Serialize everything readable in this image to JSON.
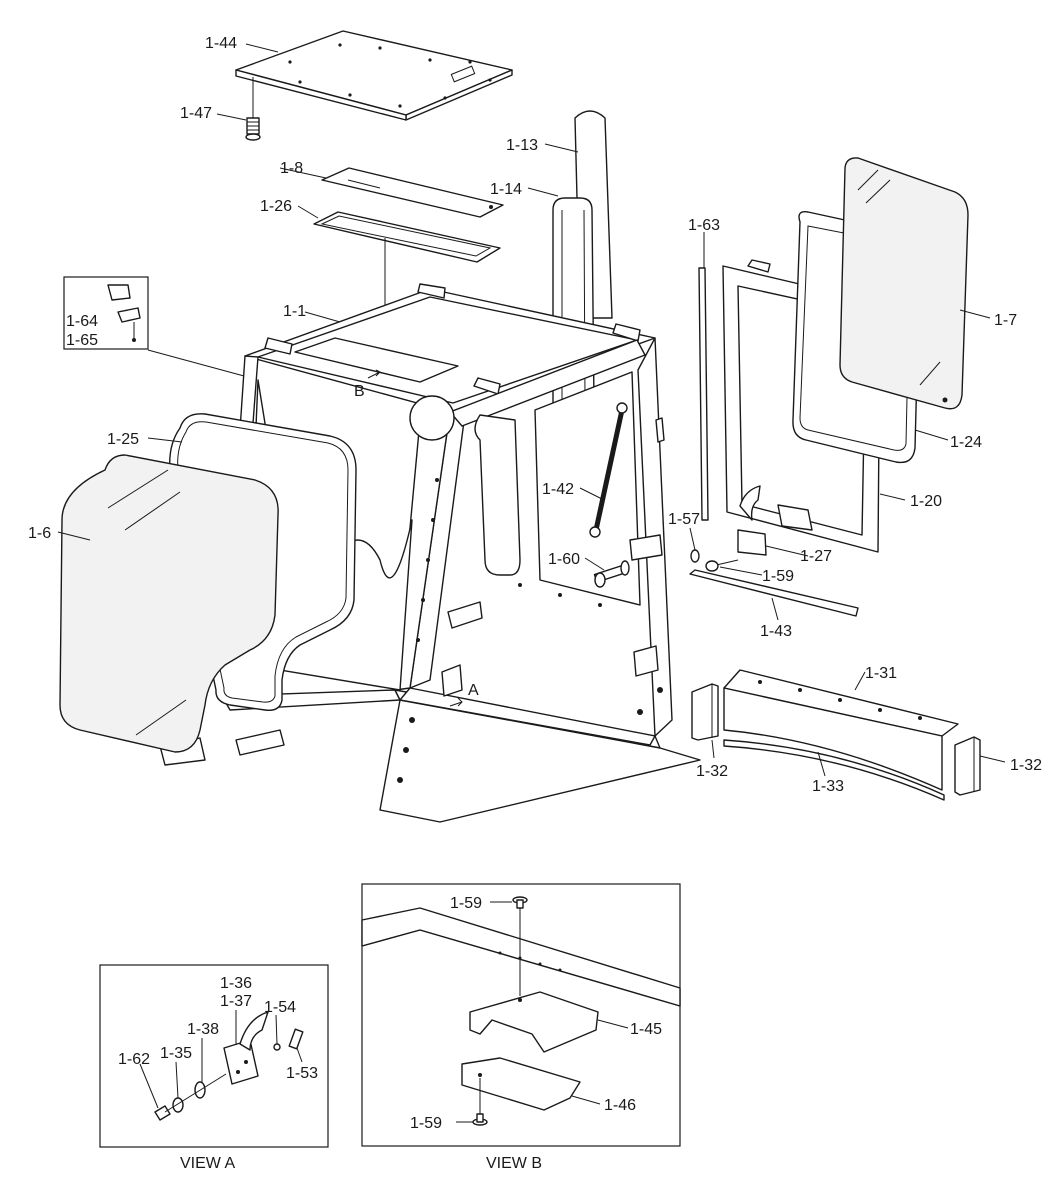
{
  "labels": {
    "l_1_44": "1-44",
    "l_1_47": "1-47",
    "l_1_13": "1-13",
    "l_1_8": "1-8",
    "l_1_14": "1-14",
    "l_1_26": "1-26",
    "l_1_63": "1-63",
    "l_1_7": "1-7",
    "l_1_64": "1-64",
    "l_1_65": "1-65",
    "l_1_1": "1-1",
    "l_1_24": "1-24",
    "l_1_25": "1-25",
    "l_1_42": "1-42",
    "l_1_20": "1-20",
    "l_1_6": "1-6",
    "l_1_57": "1-57",
    "l_1_27": "1-27",
    "l_1_60": "1-60",
    "l_1_59_main": "1-59",
    "l_1_43": "1-43",
    "l_1_31": "1-31",
    "l_1_32_left": "1-32",
    "l_1_32_right": "1-32",
    "l_1_33": "1-33",
    "l_1_36": "1-36",
    "l_1_37": "1-37",
    "l_1_54": "1-54",
    "l_1_38": "1-38",
    "l_1_62": "1-62",
    "l_1_35": "1-35",
    "l_1_53": "1-53",
    "l_1_59_b_top": "1-59",
    "l_1_45": "1-45",
    "l_1_46": "1-46",
    "l_1_59_b_bot": "1-59"
  },
  "markers": {
    "view_a_arrow": "A",
    "view_b_arrow": "B"
  },
  "captions": {
    "view_a": "VIEW A",
    "view_b": "VIEW B"
  }
}
